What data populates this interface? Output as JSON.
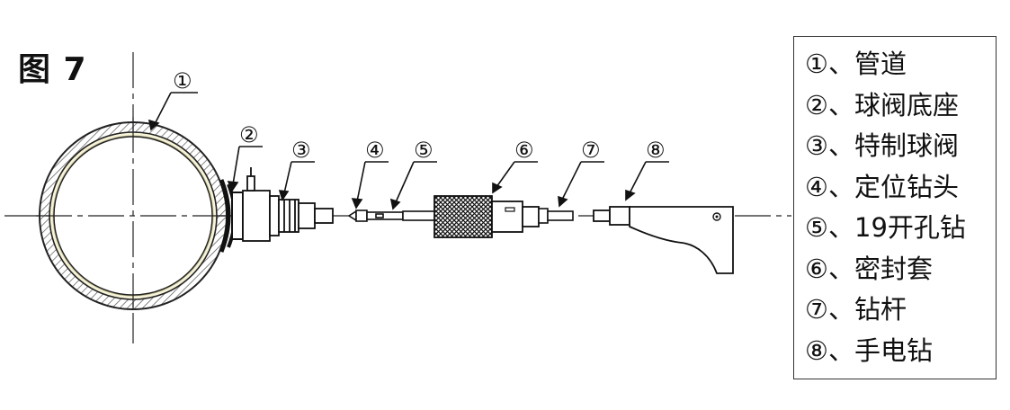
{
  "figure": {
    "title": "图 7"
  },
  "callouts": [
    "①",
    "②",
    "③",
    "④",
    "⑤",
    "⑥",
    "⑦",
    "⑧"
  ],
  "legend": [
    "①、管道",
    "②、球阀底座",
    "③、特制球阀",
    "④、定位钻头",
    "⑤、19开孔钻",
    "⑥、密封套",
    "⑦、钻杆",
    "⑧、手电钻"
  ],
  "colors": {
    "line": "#222222",
    "hatch": "#555555",
    "pipe_inner": "#f6f3d8",
    "background": "#ffffff"
  }
}
